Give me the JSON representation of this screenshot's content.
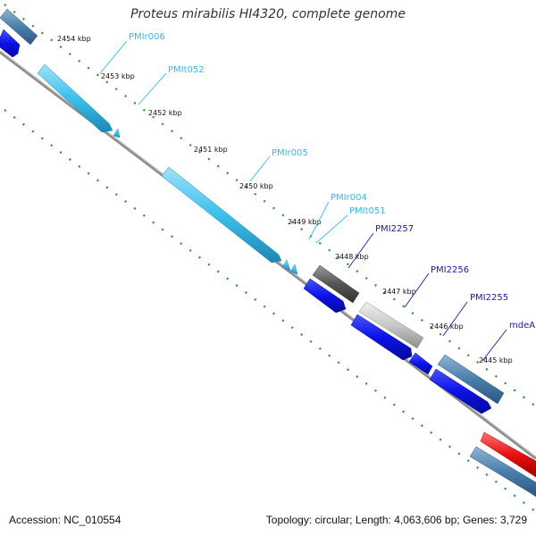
{
  "title": "Proteus mirabilis HI4320, complete genome",
  "footer": {
    "accession": "Accession: NC_010554",
    "summary": "Topology: circular; Length: 4,063,606 bp; Genes: 3,729"
  },
  "colors": {
    "backbone": "#8a8a8a",
    "dots": "#2e8b2e",
    "label_light": "#35b6e6",
    "label_dark": "#1a1aa0",
    "gene_blue": "#0b12e6",
    "rna_cyan": "#3cc0ec",
    "steel": "#4a7fab",
    "dark_grey": "#555555",
    "light_grey": "#c8c8c8",
    "red": "#e81010"
  },
  "ticks": [
    {
      "label": "2454 kbp"
    },
    {
      "label": "2453 kbp"
    },
    {
      "label": "2452 kbp"
    },
    {
      "label": "2451 kbp"
    },
    {
      "label": "2450 kbp"
    },
    {
      "label": "2449 kbp"
    },
    {
      "label": "2448 kbp"
    },
    {
      "label": "2447 kbp"
    },
    {
      "label": "2446 kbp"
    },
    {
      "label": "2445 kbp"
    }
  ],
  "genes": [
    {
      "label": "PMIr006",
      "color_key": "label_light"
    },
    {
      "label": "PMIt052",
      "color_key": "label_light"
    },
    {
      "label": "PMIr005",
      "color_key": "label_light"
    },
    {
      "label": "PMIr004",
      "color_key": "label_light"
    },
    {
      "label": "PMIt051",
      "color_key": "label_light"
    },
    {
      "label": "PMI2257",
      "color_key": "label_dark"
    },
    {
      "label": "PMI2256",
      "color_key": "label_dark"
    },
    {
      "label": "PMI2255",
      "color_key": "label_dark"
    },
    {
      "label": "mdeA",
      "color_key": "label_dark"
    }
  ]
}
